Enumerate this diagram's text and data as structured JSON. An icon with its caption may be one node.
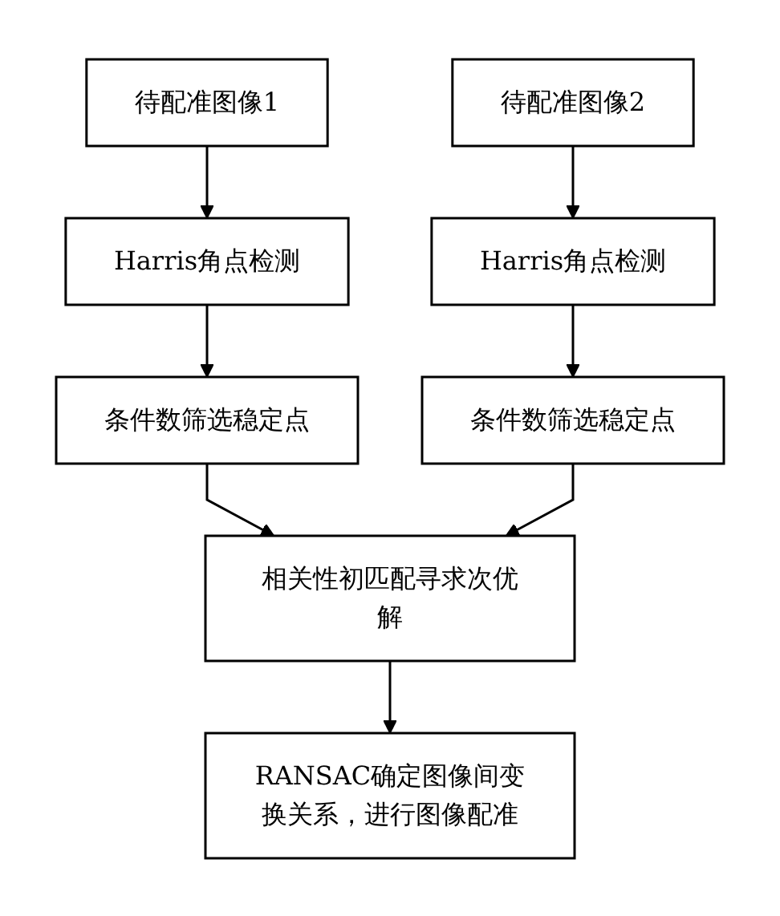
{
  "diagram": {
    "nodes": [
      {
        "text": [
          "待配准图像1"
        ]
      },
      {
        "text": [
          "待配准图像2"
        ]
      },
      {
        "text": [
          "Harris角点检测"
        ]
      },
      {
        "text": [
          "Harris角点检测"
        ]
      },
      {
        "text": [
          "条件数筛选稳定点"
        ]
      },
      {
        "text": [
          "条件数筛选稳定点"
        ]
      },
      {
        "text": [
          "相关性初匹配寻求次优解"
        ]
      },
      {
        "text": [
          "RANSAC确定图像间变换关系，进行图像配准"
        ]
      }
    ],
    "edges": [
      {
        "from": 0,
        "to": 2,
        "arrow": "to"
      },
      {
        "from": 1,
        "to": 3,
        "arrow": "to"
      },
      {
        "from": 2,
        "to": 4,
        "arrow": "to"
      },
      {
        "from": 3,
        "to": 5,
        "arrow": "to"
      },
      {
        "from": 4,
        "to": 6,
        "arrow": "to"
      },
      {
        "from": 5,
        "to": 6,
        "arrow": "to"
      },
      {
        "from": 6,
        "to": 7,
        "arrow": "to"
      }
    ]
  }
}
